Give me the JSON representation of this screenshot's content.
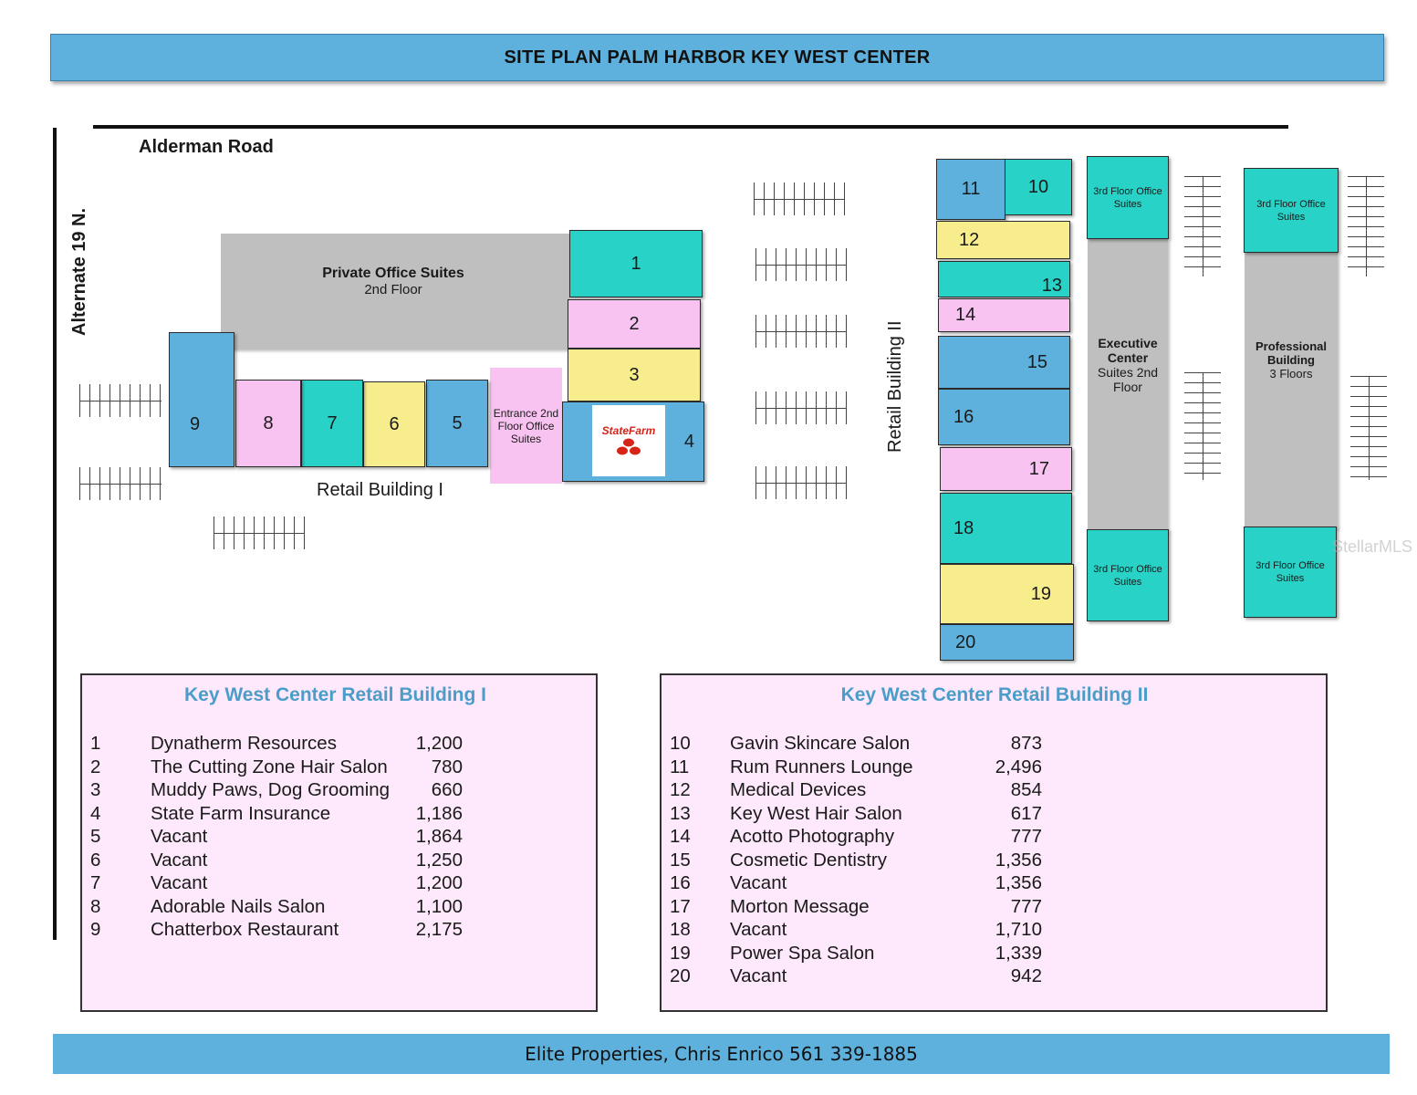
{
  "header": {
    "title": "SITE PLAN PALM HARBOR KEY WEST CENTER"
  },
  "roads": {
    "top": "Alderman Road",
    "left": "Alternate 19 N."
  },
  "building1": {
    "label": "Retail Building I",
    "private_office": {
      "title": "Private Office Suites",
      "subtitle": "2nd Floor"
    },
    "entrance": "Entrance 2nd Floor Office Suites",
    "statefarm_logo": "StateFarm",
    "units": [
      "1",
      "2",
      "3",
      "4",
      "5",
      "6",
      "7",
      "8",
      "9"
    ]
  },
  "building2": {
    "label": "Retail Building II",
    "units": [
      "10",
      "11",
      "12",
      "13",
      "14",
      "15",
      "16",
      "17",
      "18",
      "19",
      "20"
    ]
  },
  "executive_center": {
    "top": "3rd Floor Office Suites",
    "title": "Executive Center",
    "subtitle": "Suites 2nd Floor",
    "bottom": "3rd Floor Office Suites"
  },
  "professional_building": {
    "top": "3rd Floor Office Suites",
    "title": "Professional Building",
    "subtitle": "3 Floors",
    "bottom": "3rd Floor Office Suites"
  },
  "legend1": {
    "title": "Key West Center Retail Building  I",
    "rows": [
      {
        "n": "1",
        "name": "Dynatherm Resources",
        "sf": "1,200"
      },
      {
        "n": "2",
        "name": "The Cutting Zone Hair Salon",
        "sf": "780"
      },
      {
        "n": "3",
        "name": "Muddy Paws,  Dog Grooming",
        "sf": "660"
      },
      {
        "n": "4",
        "name": "State Farm Insurance",
        "sf": "1,186"
      },
      {
        "n": "5",
        "name": "Vacant",
        "sf": "1,864"
      },
      {
        "n": "6",
        "name": "Vacant",
        "sf": "1,250"
      },
      {
        "n": "7",
        "name": "Vacant",
        "sf": "1,200"
      },
      {
        "n": "8",
        "name": "Adorable Nails Salon",
        "sf": "1,100"
      },
      {
        "n": "9",
        "name": "Chatterbox Restaurant",
        "sf": "2,175"
      }
    ]
  },
  "legend2": {
    "title": "Key West Center Retail Building II",
    "rows": [
      {
        "n": "10",
        "name": "Gavin Skincare Salon",
        "sf": "873"
      },
      {
        "n": "11",
        "name": "Rum Runners Lounge",
        "sf": "2,496"
      },
      {
        "n": "12",
        "name": "Medical Devices",
        "sf": "854"
      },
      {
        "n": "13",
        "name": "Key West Hair Salon",
        "sf": "617"
      },
      {
        "n": "14",
        "name": "Acotto Photography",
        "sf": "777"
      },
      {
        "n": "15",
        "name": "Cosmetic Dentistry",
        "sf": "1,356"
      },
      {
        "n": "16",
        "name": "Vacant",
        "sf": "1,356"
      },
      {
        "n": "17",
        "name": "Morton Message",
        "sf": "777"
      },
      {
        "n": "18",
        "name": "Vacant",
        "sf": "1,710"
      },
      {
        "n": "19",
        "name": "Power Spa Salon",
        "sf": "1,339"
      },
      {
        "n": "20",
        "name": "Vacant",
        "sf": "942"
      }
    ]
  },
  "footer": {
    "text": "Elite Properties, Chris Enrico 561 339-1885"
  },
  "watermark": "StellarMLS",
  "colors": {
    "blue": "#5eb1dc",
    "teal": "#28d2c6",
    "pink": "#f8c3f0",
    "yellow": "#f8ed8c",
    "gray": "#bfbfbf",
    "legend_bg": "#fde9fb",
    "legend_title": "#4a9dc8"
  }
}
